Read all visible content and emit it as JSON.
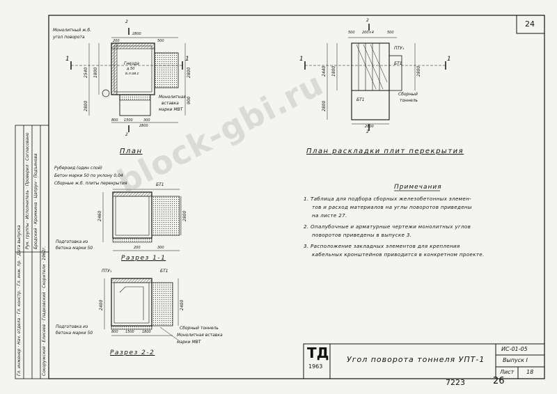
{
  "sheet": {
    "number": "24",
    "bottom_number_left": "7223",
    "bottom_number_right": "26"
  },
  "plan": {
    "title": "План",
    "label_monolith": "Монолитный ж.б.",
    "label_corner": "угол поворота",
    "label_niche_1": "Гнезда",
    "label_niche_2": "д.50",
    "label_niche_3": "в.л.ов.с",
    "label_insert_1": "Монолитная",
    "label_insert_2": "вставка",
    "label_insert_3": "марки МВТ",
    "section_mark": "2",
    "section_mark_bottom": "2",
    "side_mark_left": "1",
    "side_mark_right": "1",
    "dim_top_1": "2800",
    "dim_top_2": "200",
    "dim_top_3": "500",
    "dim_bottom_1": "800",
    "dim_bottom_2": "1500",
    "dim_bottom_3": "300",
    "dim_bottom_4": "2800",
    "dim_left_1": "2540",
    "dim_left_2": "1800",
    "dim_left_3": "2800",
    "dim_right_1": "2800",
    "dim_right_2": "900"
  },
  "slab_plan": {
    "title": "План раскладки плит перекрытия",
    "label_pt": "ПТУ₁",
    "label_bt": "БТ1",
    "label_bt2": "БТ1",
    "label_tunnel_1": "Сборный",
    "label_tunnel_2": "тоннель",
    "dim_top": "200×4",
    "dim_top_a": "500",
    "dim_top_b": "500",
    "dim_left_1": "2440",
    "dim_left_2": "1800",
    "dim_left_3": "2800",
    "dim_right": "2800",
    "dim_bottom": "2800",
    "section_mark": "2",
    "section_mark_bottom": "2",
    "side_mark_left": "1",
    "side_mark_right": "1"
  },
  "section1": {
    "title": "Разрез 1-1",
    "label_ruberoid": "Рубероид (один слой)",
    "label_concrete": "Бетон марки 50 по уклону 0,04",
    "label_slabs": "Сборные ж.б. плиты перекрытия",
    "label_prep_1": "Подготовка из",
    "label_prep_2": "бетона марки 50",
    "label_bt": "БТ1",
    "dim_1": "2800",
    "dim_2": "2460",
    "dim_3": "200",
    "dim_4": "300"
  },
  "section2": {
    "title": "Разрез 2-2",
    "label_pt": "ПТУ₁",
    "label_bt": "БТ1",
    "label_prep_1": "Подготовка из",
    "label_prep_2": "бетона марки 50",
    "label_tunnel": "Сборный тоннель",
    "label_insert_1": "Монолитная вставка",
    "label_insert_2": "марки МВТ",
    "dim_1": "800",
    "dim_2": "1500",
    "dim_3": "1800",
    "dim_4": "2400",
    "dim_5": "2400"
  },
  "notes": {
    "heading": "Примечания",
    "n1_line1": "1. Таблица для подбора сборных железобетонных элемен-",
    "n1_line2": "тов и расход материалов на углы поворотов приведены",
    "n1_line3": "на листе 27.",
    "n2_line1": "2. Опалубочные и арматурные чертежи монолитных углов",
    "n2_line2": "поворотов приведены в выпуске 3.",
    "n3_line1": "3. Расположение закладных элементов для крепления",
    "n3_line2": "кабельных кронштейнов приводится в конкретном проекте."
  },
  "stamp": {
    "logo_letters": "ТД",
    "logo_year": "1963",
    "title": "Угол поворота тоннеля УПТ-1",
    "code": "ИС-01-05",
    "issue": "Выпуск I",
    "sheet_label": "Лист",
    "sheet_number": "18"
  },
  "side_table": {
    "col1": [
      "Гл. инженер",
      "Нач. отдела",
      "Гл. констр.",
      "Гл. инж. пр.",
      "Дата выпуска"
    ],
    "col2": [
      "Рук. группы",
      "Исполнитель",
      "Проверил",
      "Согласовано"
    ],
    "col3": [
      "Бродский",
      "Кромкина",
      "Цапрун",
      "Подъянова"
    ],
    "col4": [
      "Сокоружский",
      "Елисеев",
      "Гладковский",
      "Скорители",
      "1962г."
    ]
  },
  "watermark": "block-gbi.ru"
}
